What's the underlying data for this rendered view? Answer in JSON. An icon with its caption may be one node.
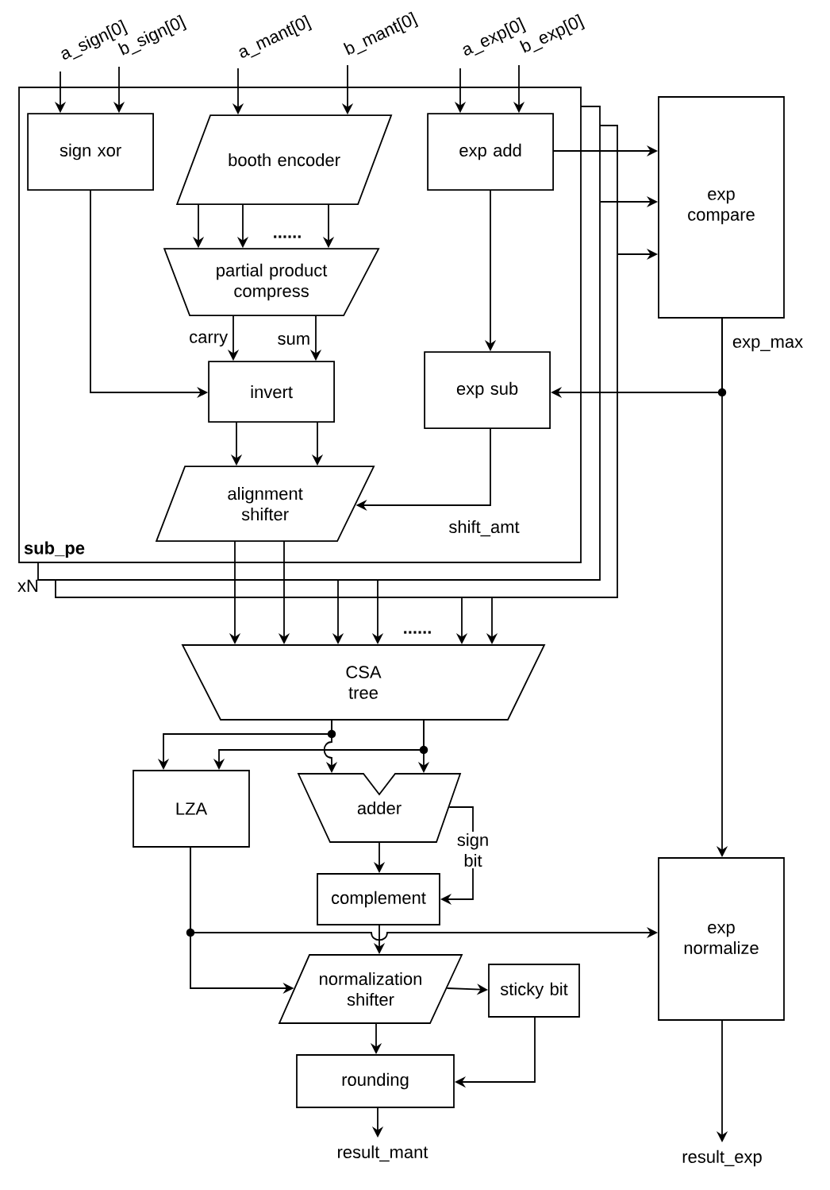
{
  "diagram": {
    "nodes": [
      {
        "text": [
          "a_sign[0]"
        ]
      },
      {
        "text": [
          "b_sign[0]"
        ]
      },
      {
        "text": [
          "a_mant[0]"
        ]
      },
      {
        "text": [
          "b_mant[0]"
        ]
      },
      {
        "text": [
          "a_exp[0]"
        ]
      },
      {
        "text": [
          "b_exp[0]"
        ]
      },
      {
        "text": [
          "sub_pe"
        ],
        "beside": [
          "xN"
        ]
      },
      {
        "text": [
          "sign xor"
        ],
        "in": 6
      },
      {
        "text": [
          "booth encoder"
        ],
        "in": 6
      },
      {
        "text": [
          "exp add"
        ],
        "in": 6
      },
      {
        "text": [
          "partial product compress"
        ],
        "in": 6
      },
      {
        "text": [
          "invert"
        ],
        "in": 6
      },
      {
        "text": [
          "exp sub"
        ],
        "in": 6
      },
      {
        "text": [
          "alignment shifter"
        ],
        "in": 6
      },
      {
        "text": [
          "exp compare"
        ]
      },
      {
        "text": [
          "CSA tree"
        ]
      },
      {
        "text": [
          "LZA"
        ]
      },
      {
        "text": [
          "adder"
        ]
      },
      {
        "text": [
          "complement"
        ]
      },
      {
        "text": [
          "exp normalize"
        ]
      },
      {
        "text": [
          "normalization shifter"
        ]
      },
      {
        "text": [
          "sticky bit"
        ]
      },
      {
        "text": [
          "rounding"
        ]
      },
      {
        "text": [
          "result_mant"
        ]
      },
      {
        "text": [
          "result_exp"
        ]
      }
    ],
    "edges": [
      {
        "from": 0,
        "to": 7,
        "arrow": "to"
      },
      {
        "from": 1,
        "to": 7,
        "arrow": "to"
      },
      {
        "from": 2,
        "to": 8,
        "arrow": "to"
      },
      {
        "from": 3,
        "to": 8,
        "arrow": "to"
      },
      {
        "from": 4,
        "to": 9,
        "arrow": "to"
      },
      {
        "from": 5,
        "to": 9,
        "arrow": "to"
      },
      {
        "from": 8,
        "to": 10,
        "arrow": "to"
      },
      {
        "from": 8,
        "to": 10,
        "arrow": "to"
      },
      {
        "from": 8,
        "to": 10,
        "arrow": "to"
      },
      {
        "from": 10,
        "to": 11,
        "arrow": "to",
        "label": "carry"
      },
      {
        "from": 10,
        "to": 11,
        "arrow": "to",
        "label": "sum"
      },
      {
        "from": 7,
        "to": 11,
        "arrow": "to"
      },
      {
        "from": 9,
        "to": 12,
        "arrow": "to"
      },
      {
        "from": 14,
        "to": 12,
        "arrow": "to"
      },
      {
        "from": 14,
        "to": 19,
        "arrow": "to",
        "label": "exp_max"
      },
      {
        "from": 12,
        "to": 13,
        "arrow": "to",
        "label": "shift_amt"
      },
      {
        "from": 11,
        "to": 13,
        "arrow": "to"
      },
      {
        "from": 11,
        "to": 13,
        "arrow": "to"
      },
      {
        "from": 9,
        "to": 14,
        "arrow": "to"
      },
      {
        "from": 6,
        "to": 14,
        "arrow": "to"
      },
      {
        "from": 6,
        "to": 14,
        "arrow": "to"
      },
      {
        "from": 13,
        "to": 15,
        "arrow": "to"
      },
      {
        "from": 13,
        "to": 15,
        "arrow": "to"
      },
      {
        "from": 6,
        "to": 15,
        "arrow": "to"
      },
      {
        "from": 6,
        "to": 15,
        "arrow": "to"
      },
      {
        "from": 6,
        "to": 15,
        "arrow": "to"
      },
      {
        "from": 6,
        "to": 15,
        "arrow": "to"
      },
      {
        "from": 15,
        "to": 16,
        "arrow": "to"
      },
      {
        "from": 15,
        "to": 16,
        "arrow": "to"
      },
      {
        "from": 15,
        "to": 17,
        "arrow": "to"
      },
      {
        "from": 15,
        "to": 17,
        "arrow": "to"
      },
      {
        "from": 17,
        "to": 18,
        "arrow": "to"
      },
      {
        "from": 17,
        "to": 18,
        "arrow": "to",
        "label": "sign bit"
      },
      {
        "from": 16,
        "to": 19,
        "arrow": "to"
      },
      {
        "from": 16,
        "to": 20,
        "arrow": "to"
      },
      {
        "from": 18,
        "to": 20,
        "arrow": "to"
      },
      {
        "from": 20,
        "to": 21,
        "arrow": "to"
      },
      {
        "from": 20,
        "to": 22,
        "arrow": "to"
      },
      {
        "from": 21,
        "to": 22,
        "arrow": "to"
      },
      {
        "from": 22,
        "to": 23,
        "arrow": "to"
      },
      {
        "from": 19,
        "to": 24,
        "arrow": "to"
      }
    ],
    "labels": [
      "......",
      "......"
    ]
  }
}
